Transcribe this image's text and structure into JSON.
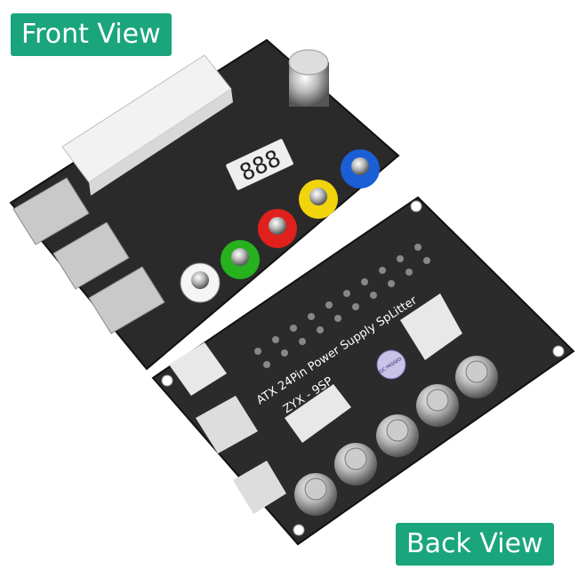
{
  "labels": {
    "front": "Front View",
    "back": "Back View"
  },
  "board": {
    "silkscreen_title": "ATX 24Pin Power Supply SpLitter",
    "model": "ZYX - 9SP",
    "display_digits": "888",
    "badge": "QC PASSED"
  },
  "colors": {
    "tag_background": "#1ba57c",
    "pcb": "#2b2b2b",
    "button_caps": [
      "#ffffff",
      "#27b11f",
      "#e0201c",
      "#f1d40c",
      "#1b5fd6"
    ]
  }
}
